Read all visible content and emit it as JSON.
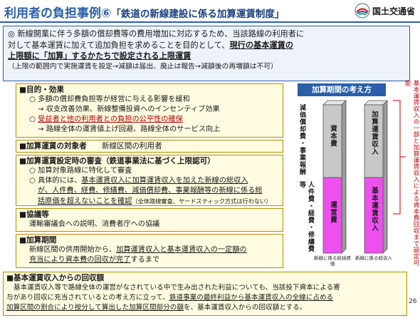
{
  "header": {
    "title_main": "利用者の負担事例⑥",
    "title_sub": "「鉄道の新線建設に係る加算運賃制度」",
    "logo_text": "国土交通省"
  },
  "summary": {
    "line1": "◎ 新線開業に伴う多額の償却費等の費用増加に対応するため、当該路線の利用者に",
    "line2a": "対して基本運賃に加えて追加負担を求めることを目的として、",
    "line2b": "現行の基本運賃の",
    "line3": "上限額に「加算」するかたちで設定される上限運賃",
    "line4": "（上限の範囲内で実施運賃を設定→減額は届出、廃止は報告→減額後の再増額は不可）"
  },
  "boxes": {
    "purpose": {
      "heading": "■目的・効果",
      "l1": "○ 多額の償却費負担等が経営に与える影響を緩和",
      "l2": "→ 収支改善効果、新線整備投資へのインセンティブ効果",
      "l3a": "○ ",
      "l3b": "受益者と他の利用者との負担の公平性の確保",
      "l4": "→ 路線全体の運賃値上げ回避、路線全体のサービス向上"
    },
    "target": {
      "heading": "■加算運賃の対象者",
      "value": "新線区間の利用者"
    },
    "review": {
      "heading": "■加算運賃設定時の審査（鉄道事業法に基づく上限認可）",
      "l1": "○ 加算対象路線に特化して審査",
      "l2a": "○ 具体的には、",
      "l2b": "基本運賃収入に加算運賃収入を加えた新線の総収入",
      "l3": "が、人件費、経費、修繕費、減価償却費、事業報酬等の新線に係る総",
      "l4a": "括原価を超えないことを確認",
      "l4b": "（全体路線審査、ヤードスティック方式は行わない）"
    },
    "consult": {
      "heading": "■協議等",
      "value": "運輸審議会への説明、消費者庁への協議"
    },
    "period": {
      "heading": "■加算期間",
      "l1a": "新線区間の供用開始から、",
      "l1b": "加算運賃収入と基本運賃収入の一定額の",
      "l2a": "充当により資本費の回収が完了",
      "l2b": "するまで"
    },
    "recovery": {
      "heading": "■基本運賃収入からの回収額",
      "l1": "基本運賃収入等で路線全体の運営がなされている中で生み出された利益についても、当該投下資本による寄",
      "l2a": "与があり回収に充当されているとの考え方に立って、",
      "l2b": "鉄道事業の最終利益から基本運賃収入の全線に占める",
      "l3a": "加算区間の割合により按分して算出した加算区間部分の額",
      "l3b": "を、基本運賃収入からの回収額とする。"
    }
  },
  "diagram": {
    "title": "加算期間の考え方",
    "label_depreciation": "減価償却費・事業報酬",
    "label_personnel": "人件費・経費・修繕費等",
    "left_bar_top": "資本費",
    "left_bar_bottom": "運営費",
    "right_bar_top": "加算運賃収入",
    "right_bar_bottom": "基本運賃収入",
    "left_caption": "新線に係る総括原価",
    "right_caption": "新線に係る総収入",
    "side_note": "基本運賃収入の一部と加算運賃収入による資本費回収まで設定可能",
    "colors": {
      "capital_cost": "#c8c8c8",
      "operating_cost": "#f04ff0",
      "box_border": "#b58f00",
      "box_fill": "#fffbe0",
      "accent": "#2a5fa8",
      "note_red": "#c00000"
    }
  },
  "page_number": "26"
}
